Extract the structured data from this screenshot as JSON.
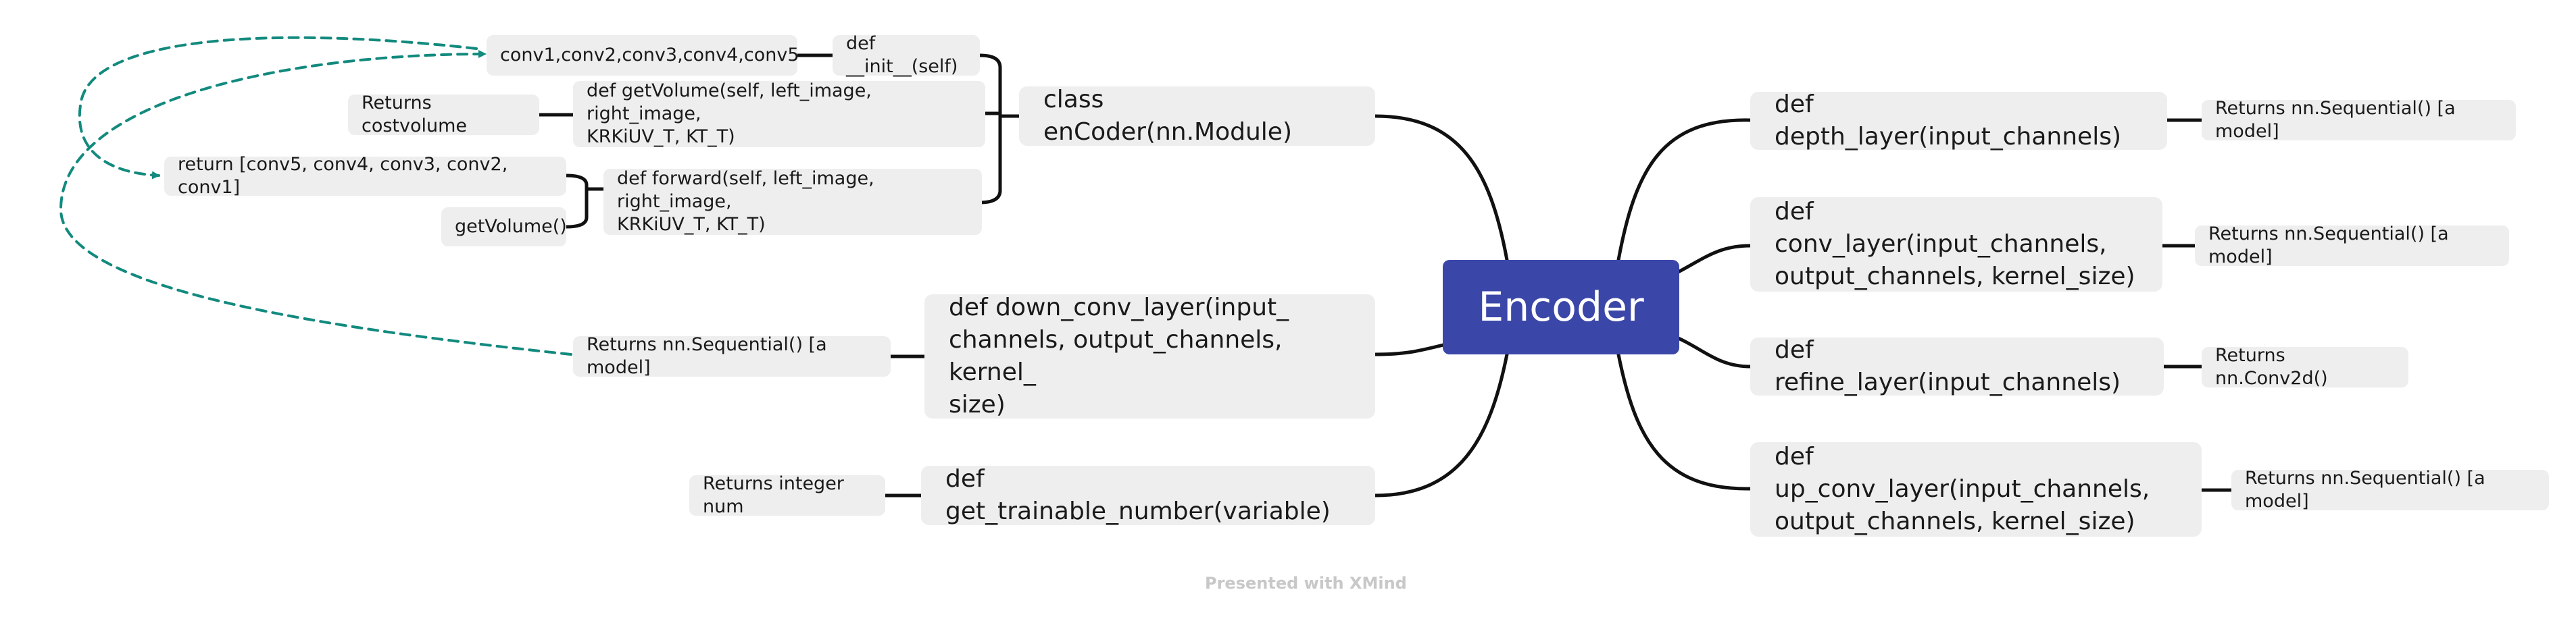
{
  "root": {
    "label": "Encoder"
  },
  "left": {
    "class_node": "class enCoder(nn.Module)",
    "init_def": "def __init__(self)",
    "init_members": "conv1,conv2,conv3,conv4,conv5",
    "getvolume_def": "def getVolume(self, left_image, right_image,\nKRKiUV_T, KT_T)",
    "getvolume_return": "Returns costvolume",
    "forward_def": "def forward(self, left_image, right_image,\nKRKiUV_T, KT_T)",
    "forward_return": "return [conv5, conv4, conv3, conv2, conv1]",
    "forward_call": "getVolume()",
    "down_conv_def": "def down_conv_layer(input_\nchannels, output_channels, kernel_\nsize)",
    "down_conv_return": "Returns nn.Sequential() [a model]",
    "trainable_def": "def get_trainable_number(variable)",
    "trainable_return": "Returns integer num"
  },
  "right": {
    "depth_def": "def depth_layer(input_channels)",
    "depth_return": "Returns nn.Sequential() [a model]",
    "conv_def": "def conv_layer(input_channels,\noutput_channels, kernel_size)",
    "conv_return": "Returns nn.Sequential() [a model]",
    "refine_def": "def refine_layer(input_channels)",
    "refine_return": "Returns nn.Conv2d()",
    "upconv_def": "def up_conv_layer(input_channels,\noutput_channels, kernel_size)",
    "upconv_return": "Returns nn.Sequential() [a model]"
  },
  "footer": "Presented with XMind",
  "colors": {
    "root": "#3a47a8",
    "node": "#eeeeee",
    "line": "#111111",
    "dashed": "#138a7e"
  }
}
